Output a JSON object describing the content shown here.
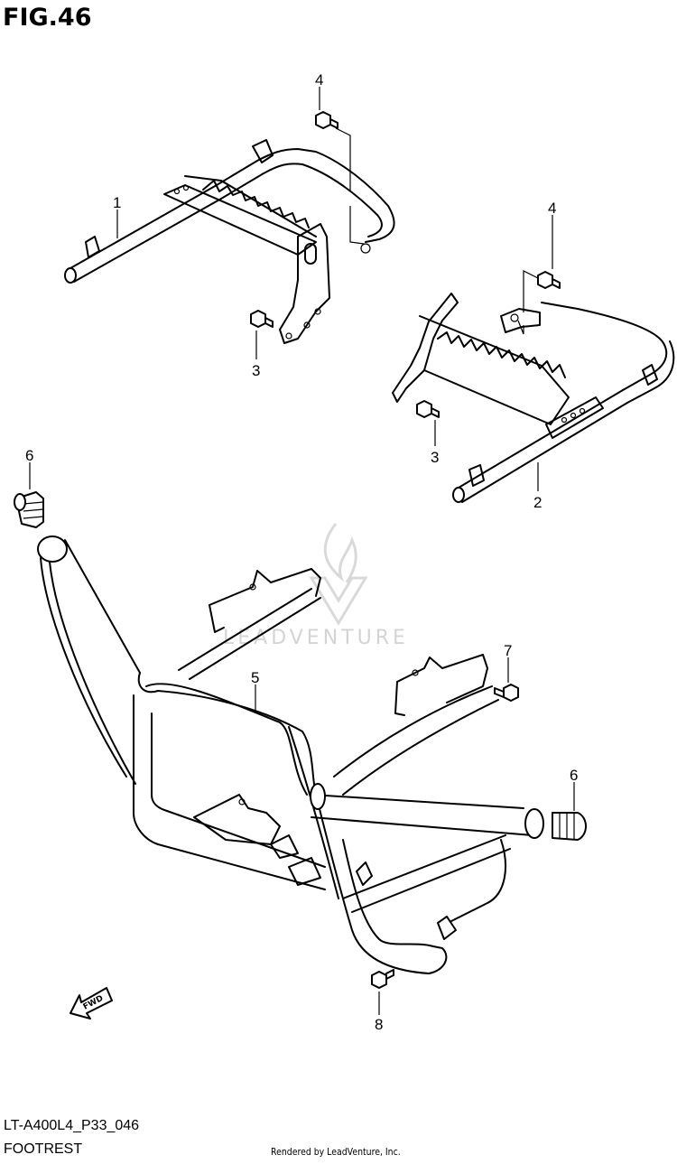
{
  "figure": {
    "title": "FIG.46",
    "code": "LT-A400L4_P33_046",
    "name": "FOOTREST"
  },
  "credit": "Rendered by LeadVenture, Inc.",
  "watermark": "LEADVENTURE",
  "direction_label": "FWD",
  "callouts": {
    "c1": "1",
    "c2": "2",
    "c3a": "3",
    "c3b": "3",
    "c4a": "4",
    "c4b": "4",
    "c5": "5",
    "c6a": "6",
    "c6b": "6",
    "c7": "7",
    "c8": "8"
  }
}
